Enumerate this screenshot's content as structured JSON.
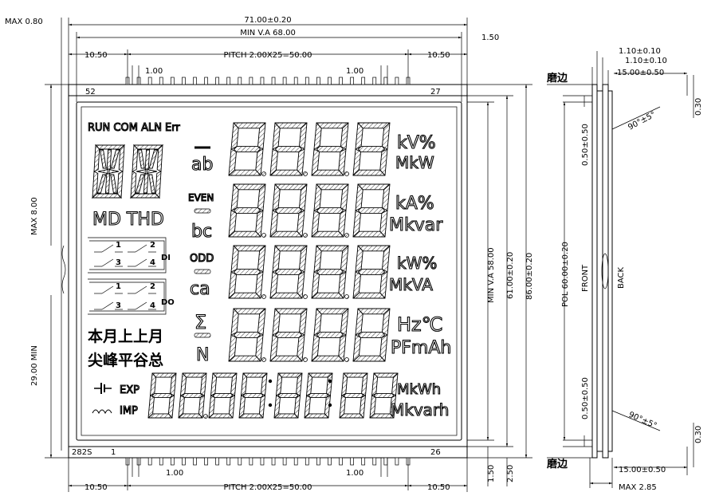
{
  "dimensions": {
    "max_080": "MAX 0.80",
    "overall_width": "71.00±0.20",
    "va_width": "MIN V.A 68.00",
    "d_150_top": "1.50",
    "left_1050_top": "10.50",
    "pitch_top": "PITCH 2.00X25=50.00",
    "right_1050_top": "10.50",
    "pin_100_left_top": "1.00",
    "pin_100_right_top": "1.00",
    "max_800": "MAX 8.00",
    "min_2900": "29.00 MIN",
    "va_height": "MIN V.A 58.00",
    "h_6100": "61.00±0.20",
    "h_8600": "86.00±0.20",
    "d_150_bottom": "1.50",
    "d_250_bottom": "2.50",
    "pin_100_left_bottom": "1.00",
    "pin_100_right_bottom": "1.00",
    "left_1050_bottom": "10.50",
    "pitch_bottom": "PITCH 2.00X25=50.00",
    "right_1050_bottom": "10.50"
  },
  "pins": {
    "top_left": "52",
    "top_right": "27",
    "bottom_left": "282S",
    "bottom_1": "1",
    "bottom_right": "26"
  },
  "lcd": {
    "status": "RUN COM ALN Err",
    "md_thd": "MD THD",
    "even": "EVEN",
    "odd": "ODD",
    "ab": "ab",
    "bc": "bc",
    "ca": "ca",
    "sigma": "Σ",
    "n": "N",
    "row1_u1": "kV%",
    "row1_u2": "MkW",
    "row2_u1": "kA%",
    "row2_u2": "Mkvar",
    "row3_u1": "kW%",
    "row3_u2": "MkVA",
    "row4_u1": "Hz℃",
    "row4_u2": "PFmAh",
    "row5_u1": "MkWh",
    "row5_u2": "Mkvarh",
    "exp": "EXP",
    "imp": "IMP",
    "di": "DI",
    "do": "DO",
    "cn_line1": "本月上上月",
    "cn_line2": "尖峰平谷总",
    "sw_1": "1",
    "sw_2": "2",
    "sw_3": "3",
    "sw_4": "4"
  },
  "side": {
    "d_110_a": "1.10±0.10",
    "d_110_b": "1.10±0.10",
    "d_1500_top": "15.00±0.50",
    "d_030_top": "0.30",
    "edge_top": "磨边",
    "angle_top": "90°±5°",
    "d_050_a": "0.50±0.50",
    "pol": "POL 60.00±0.20",
    "front": "FRONT",
    "back": "BACK",
    "d_050_b": "0.50±0.50",
    "angle_bottom": "90°±5°",
    "d_030_bottom": "0.30",
    "edge_bottom": "磨边",
    "d_1500_bottom": "15.00±0.50",
    "max_285": "MAX 2.85"
  }
}
